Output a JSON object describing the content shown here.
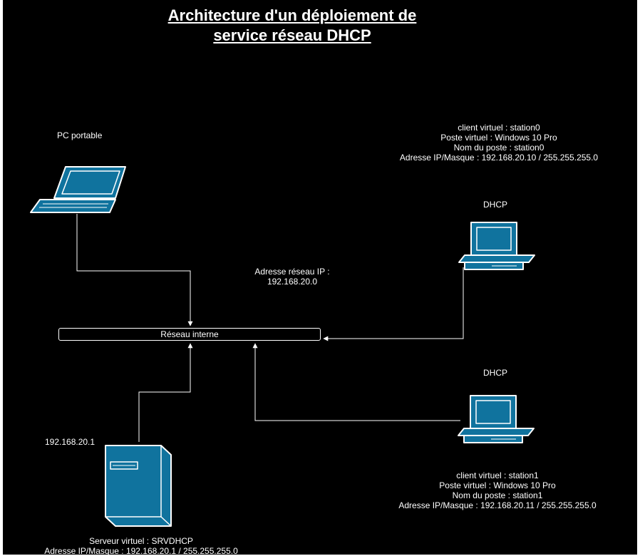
{
  "title": {
    "line1": "Architecture d'un déploiement de",
    "line2": "service réseau DHCP"
  },
  "laptop": {
    "label": "PC portable",
    "icon": "laptop-icon"
  },
  "network": {
    "address_line1": "Adresse réseau IP :",
    "address_line2": "192.168.20.0",
    "bus_label": "Réseau interne"
  },
  "client0": {
    "role": "DHCP",
    "icon": "desktop-computer-icon",
    "lines": [
      "client virtuel : station0",
      "Poste virtuel : Windows 10 Pro",
      "Nom du poste : station0",
      "Adresse IP/Masque : 192.168.20.10 / 255.255.255.0"
    ]
  },
  "client1": {
    "role": "DHCP",
    "icon": "desktop-computer-icon",
    "lines": [
      "client virtuel : station1",
      "Poste virtuel : Windows 10 Pro",
      "Nom du poste : station1",
      "Adresse IP/Masque : 192.168.20.11 / 255.255.255.0"
    ]
  },
  "server": {
    "ip": "192.168.20.1",
    "icon": "server-tower-icon",
    "lines": [
      "Serveur virtuel : SRVDHCP",
      "Adresse IP/Masque : 192.168.20.1 / 255.255.255.0"
    ]
  },
  "colors": {
    "background": "#000000",
    "foreground": "#ffffff",
    "device_fill": "#10739e",
    "device_stroke": "#ffffff"
  }
}
